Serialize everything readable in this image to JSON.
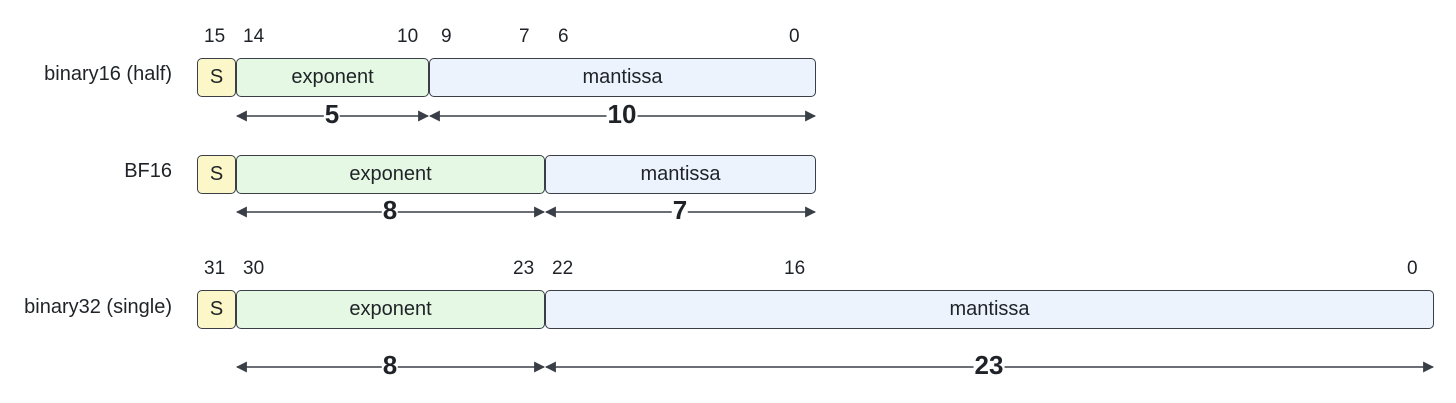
{
  "formats": [
    {
      "label": "binary16 (half)",
      "bit_labels": [
        "15",
        "14",
        "10",
        "9",
        "7",
        "6",
        "0"
      ],
      "fields": {
        "sign": "S",
        "exponent": "exponent",
        "mantissa": "mantissa"
      },
      "widths": {
        "exponent": "5",
        "mantissa": "10"
      }
    },
    {
      "label": "BF16",
      "bit_labels": [],
      "fields": {
        "sign": "S",
        "exponent": "exponent",
        "mantissa": "mantissa"
      },
      "widths": {
        "exponent": "8",
        "mantissa": "7"
      }
    },
    {
      "label": "binary32 (single)",
      "bit_labels": [
        "31",
        "30",
        "23",
        "22",
        "16",
        "0"
      ],
      "fields": {
        "sign": "S",
        "exponent": "exponent",
        "mantissa": "mantissa"
      },
      "widths": {
        "exponent": "8",
        "mantissa": "23"
      }
    }
  ],
  "colors": {
    "sign": "#fbf7c8",
    "exponent": "#e5f8e3",
    "mantissa": "#ecf3fd",
    "stroke": "#3a3f47"
  }
}
